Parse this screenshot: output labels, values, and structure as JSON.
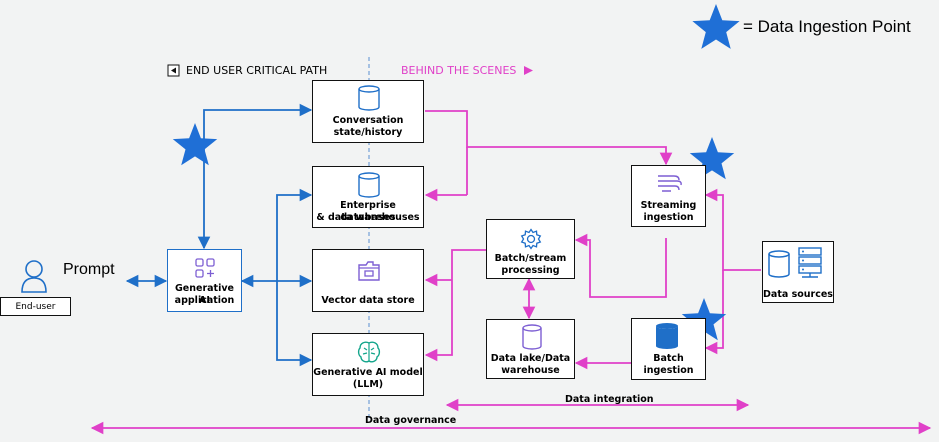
{
  "legend": {
    "label": "= Data Ingestion Point"
  },
  "headers": {
    "critical_path": "END USER CRITICAL PATH",
    "behind_scenes": "BEHIND THE SCENES"
  },
  "end_user": {
    "label": "End-user",
    "prompt": "Prompt"
  },
  "nodes": {
    "genai_app": [
      "Generative AI",
      "application"
    ],
    "conversation": [
      "Conversation",
      "state/history"
    ],
    "enterprise_db": [
      "Enterprise databases",
      "& data warehouses"
    ],
    "vector_store": [
      "Vector data store"
    ],
    "genai_model": [
      "Generative AI model",
      "(LLM)"
    ],
    "batch_stream": [
      "Batch/stream",
      "processing"
    ],
    "data_lake": [
      "Data lake/Data",
      "warehouse"
    ],
    "streaming": [
      "Streaming",
      "ingestion"
    ],
    "batch_ingestion": [
      "Batch",
      "ingestion"
    ],
    "data_sources": [
      "Data sources"
    ]
  },
  "bands": {
    "data_integration": "Data integration",
    "data_governance": "Data governance"
  },
  "colors": {
    "blue": "#1f6fc8",
    "pink": "#e040c8",
    "star": "#1f6fd6",
    "teal": "#13a58b",
    "purple": "#7d5fd3"
  }
}
